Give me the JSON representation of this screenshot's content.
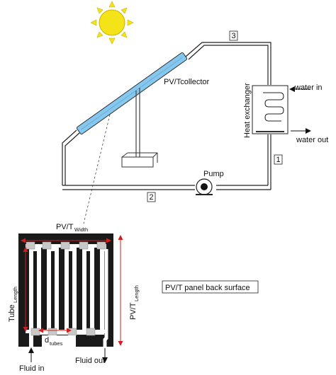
{
  "labels": {
    "collector": "PV/Tcollector",
    "heat_exchanger": "Heat exchanger",
    "water_in": "water in",
    "water_out": "water out",
    "pump": "Pump",
    "pipe_1": "1",
    "pipe_2": "2",
    "pipe_3": "3",
    "pvt": "PV/T",
    "width_sub": "Width",
    "length_sub": "Length",
    "tube": "Tube",
    "d": "d",
    "tubes_sub": "tubes",
    "fluid_in": "Fluid in",
    "fluid_out": "Fluid out",
    "panel_back_surface": "PV/T panel back surface"
  },
  "icons": [
    "sun-icon",
    "pump-icon",
    "heat-exchanger-coil-icon",
    "arrow-icon"
  ],
  "colors": {
    "sun": "#f5e31a",
    "collector": "#86c7ee",
    "dimension": "#d41d1d",
    "panel": "#1a1a1a",
    "tube": "#ffffff",
    "manifold": "#c8c8c8"
  }
}
